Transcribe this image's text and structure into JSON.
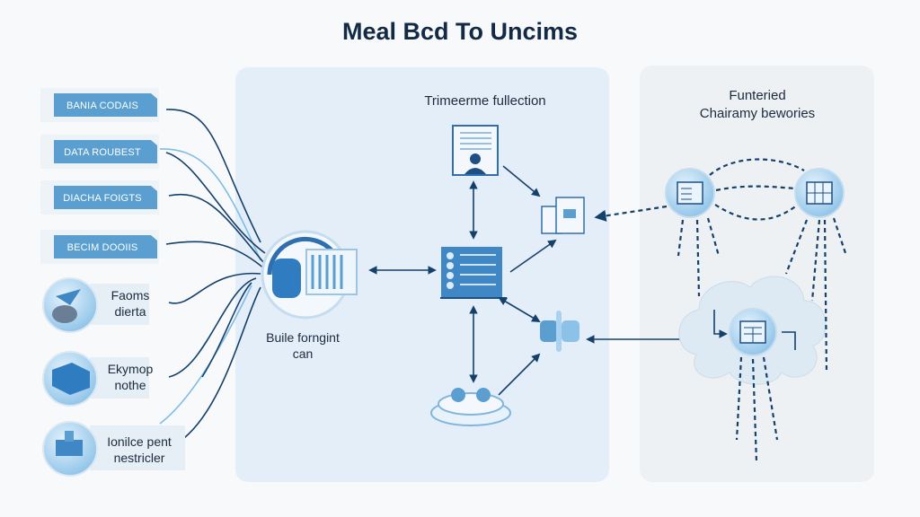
{
  "title": "Meal Bcd To Uncims",
  "colors": {
    "accent": "#3f88c5",
    "dark": "#15406b",
    "panel_mid": "#e4eef8",
    "panel_right": "#eef1f4"
  },
  "left": {
    "tags": [
      "BANIA CODAIS",
      "DATA ROUBEST",
      "DIACHA FOIGTS",
      "BECIM DOOIIS"
    ],
    "items": [
      {
        "line1": "Faoms",
        "line2": "dierta",
        "icon": "whale-icon"
      },
      {
        "line1": "Ekymop",
        "line2": "nothe",
        "icon": "server-box-icon"
      },
      {
        "line1": "Ionilce pent",
        "line2": "nestricler",
        "icon": "machine-icon"
      }
    ]
  },
  "middle": {
    "title": "Trimeerme fullection",
    "hub_label_line1": "Buile forngint",
    "hub_label_line2": "can"
  },
  "right": {
    "title_line1": "Funteried",
    "title_line2": "Chairamy bewories"
  }
}
